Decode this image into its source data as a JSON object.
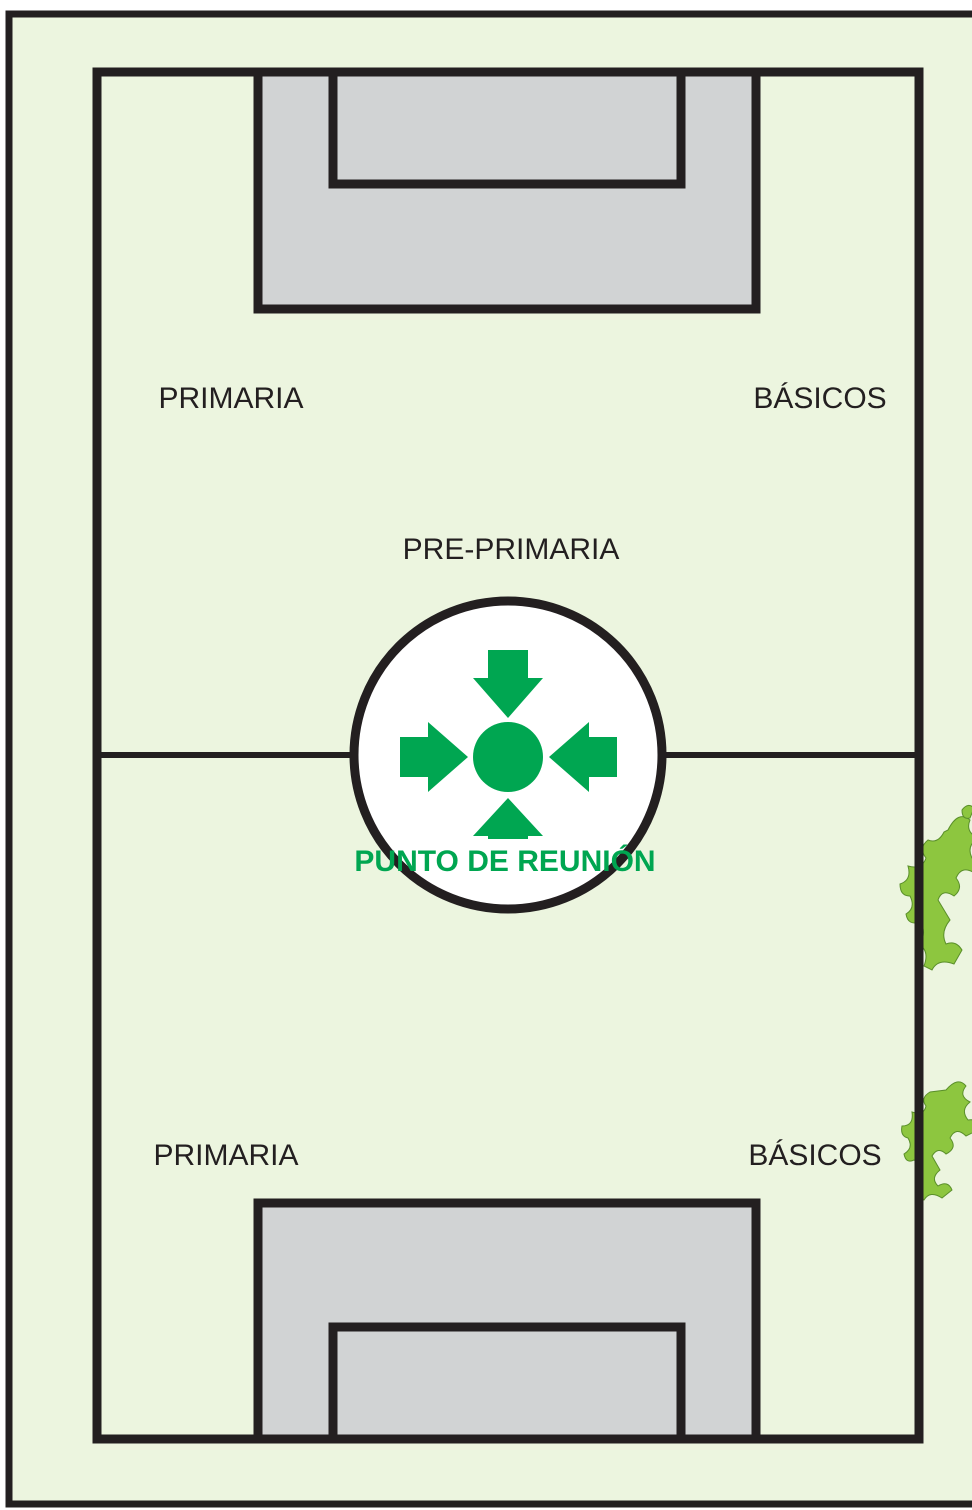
{
  "zones": {
    "top_left": "PRIMARIA",
    "top_right": "BÁSICOS",
    "center_top": "PRE-PRIMARIA",
    "bottom_left": "PRIMARIA",
    "bottom_right": "BÁSICOS"
  },
  "meeting_point": {
    "label": "PUNTO DE REUNIÓN",
    "icon": "assembly-point-icon"
  },
  "colors": {
    "background": "#ecf5df",
    "lines": "#231f20",
    "goal_area": "#d1d3d4",
    "accent_green": "#00a651",
    "plant_green": "#8dc63f"
  }
}
